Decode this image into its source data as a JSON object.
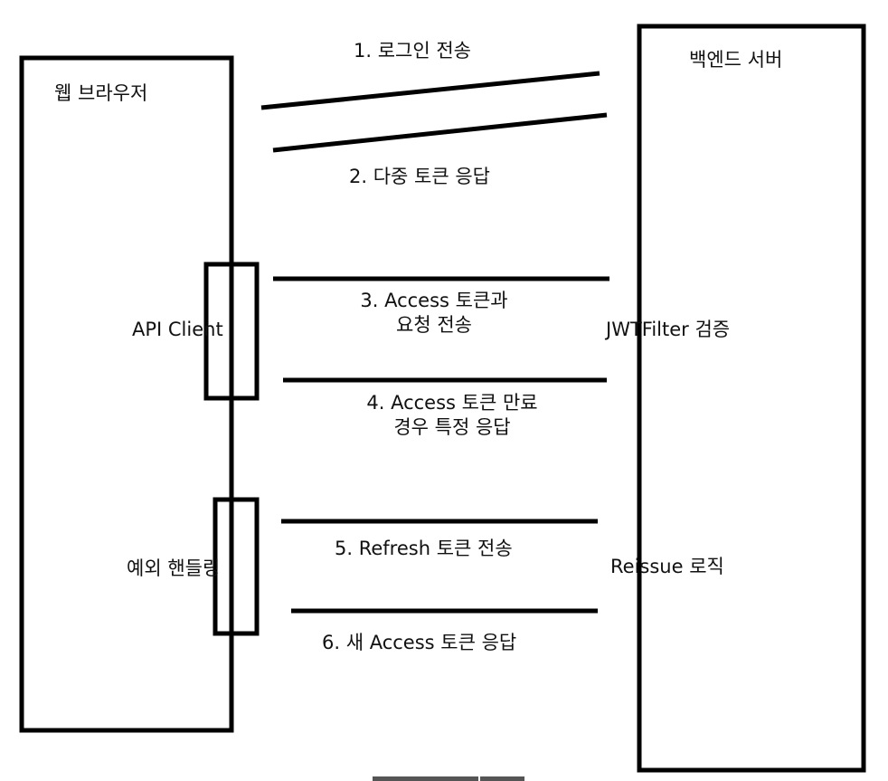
{
  "diagram": {
    "browser": {
      "title": "웹 브라우저",
      "api_client": "API Client",
      "exception_handling": "예외 핸들링"
    },
    "server": {
      "title": "백엔드 서버",
      "jwt_filter": "JWTFilter 검증",
      "reissue": "Reissue 로직"
    },
    "messages": [
      {
        "text": "1. 로그인 전송"
      },
      {
        "text": "2. 다중 토큰 응답"
      },
      {
        "line1": "3. Access 토큰과",
        "line2": "요청 전송"
      },
      {
        "line1": "4. Access 토큰 만료",
        "line2": "경우 특정 응답"
      },
      {
        "text": "5. Refresh 토큰 전송"
      },
      {
        "text": "6. 새 Access 토큰 응답"
      }
    ],
    "colors": {
      "line": "#000000",
      "text": "#111111",
      "background": "#ffffff",
      "scrollbar": "#555555"
    }
  }
}
